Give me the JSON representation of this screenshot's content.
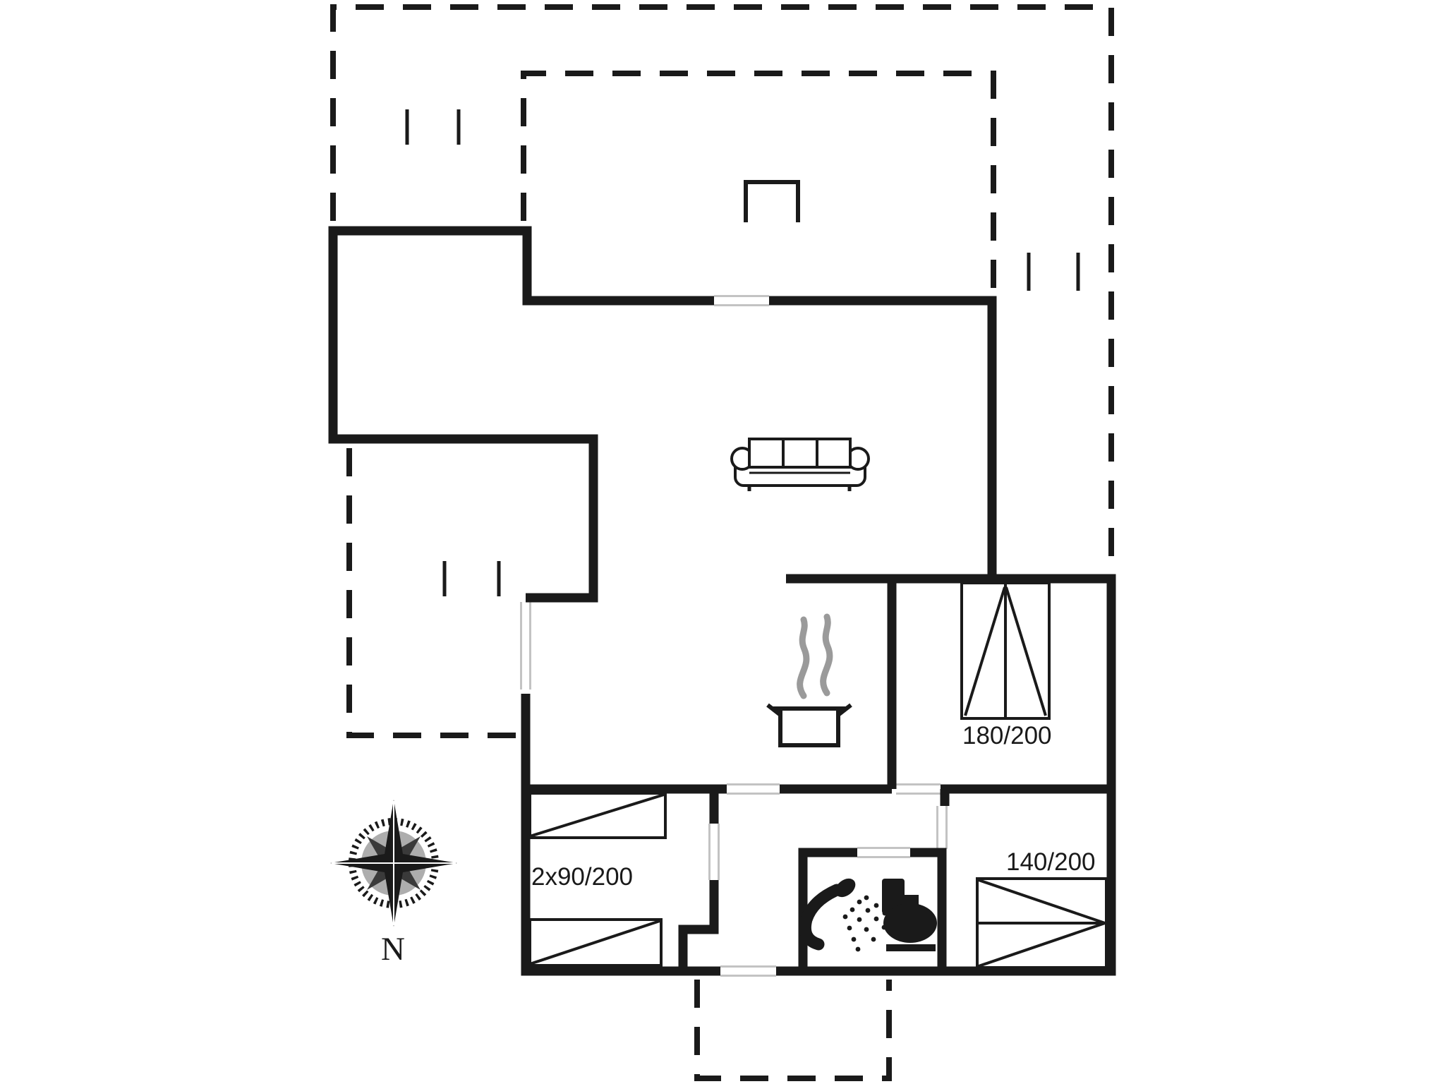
{
  "floorplan": {
    "type": "holiday-home-floor-plan",
    "compass": {
      "label": "N"
    },
    "beds": {
      "double": {
        "label": "180/200"
      },
      "small_double": {
        "label": "140/200"
      },
      "twin": {
        "label": "2x90/200"
      }
    },
    "icons": [
      "sofa-icon",
      "cooking-pot-icon",
      "steam-icon",
      "shower-icon",
      "toilet-icon",
      "compass-rose-icon",
      "chimney-icon",
      "double-bed-icon",
      "single-bed-icon",
      "small-double-bed-icon",
      "terrace-step-ticks-icon"
    ],
    "colors": {
      "wall": "#1a1a1a",
      "background": "#ffffff",
      "door_line": "#c3c3c3",
      "steam": "#9a9a9a",
      "compass_disc": "#adadad"
    }
  }
}
